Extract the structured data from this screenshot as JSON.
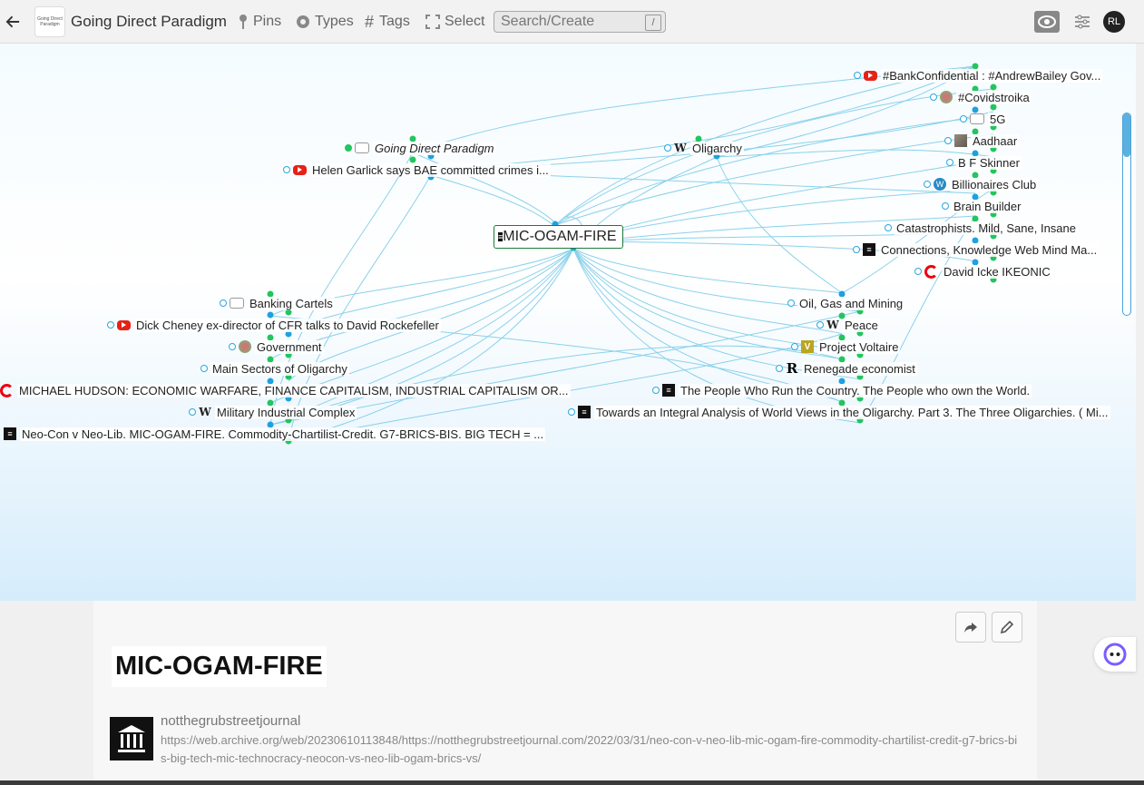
{
  "header": {
    "logo_text": "Going Direct Paradigm",
    "title": "Going Direct Paradigm",
    "nav": [
      {
        "label": "Pins",
        "icon": "pin-icon"
      },
      {
        "label": "Types",
        "icon": "circle-icon"
      },
      {
        "label": "Tags",
        "icon": "hash-icon"
      },
      {
        "label": "Select",
        "icon": "select-icon"
      }
    ],
    "search_placeholder": "Search/Create",
    "search_shortcut": "/",
    "avatar_initials": "RL"
  },
  "graph": {
    "center": {
      "label": "MIC-OGAM-FIRE",
      "icon": "bank-icon"
    },
    "nodes": [
      {
        "label": "Going Direct Paradigm",
        "icon": "chat-icon",
        "italic": true
      },
      {
        "label": "Helen Garlick says BAE committed crimes i...",
        "icon": "youtube-icon"
      },
      {
        "label": "Oligarchy",
        "icon": "wikipedia-icon"
      },
      {
        "label": "#BankConfidential : #AndrewBailey Gov...",
        "icon": "youtube-icon"
      },
      {
        "label": "#Covidstroika",
        "icon": "picture-icon"
      },
      {
        "label": "5G",
        "icon": "chat-icon"
      },
      {
        "label": "Aadhaar",
        "icon": "photo-icon"
      },
      {
        "label": "B F Skinner",
        "icon": "none"
      },
      {
        "label": "Billionaires Club",
        "icon": "wordpress-icon"
      },
      {
        "label": "Brain Builder",
        "icon": "none"
      },
      {
        "label": "Catastrophists. Mild, Sane, Insane",
        "icon": "none"
      },
      {
        "label": "Connections, Knowledge Web Mind Ma...",
        "icon": "bank-icon"
      },
      {
        "label": "David Icke IKEONIC",
        "icon": "c-icon"
      },
      {
        "label": "Banking Cartels",
        "icon": "chat-icon"
      },
      {
        "label": "Dick Cheney ex-director of CFR talks to David Rockefeller",
        "icon": "youtube-icon"
      },
      {
        "label": "Government",
        "icon": "picture-icon"
      },
      {
        "label": "Main Sectors of Oligarchy",
        "icon": "none"
      },
      {
        "label": "MICHAEL HUDSON: ECONOMIC WARFARE, FINANCE CAPITALISM, INDUSTRIAL CAPITALISM OR...",
        "icon": "c-icon"
      },
      {
        "label": "Military Industrial Complex",
        "icon": "wikipedia-icon"
      },
      {
        "label": "Neo-Con v Neo-Lib. MIC-OGAM-FIRE. Commodity-Chartilist-Credit. G7-BRICS-BIS. BIG TECH = ...",
        "icon": "bank-icon"
      },
      {
        "label": "Oil, Gas and Mining",
        "icon": "none"
      },
      {
        "label": "Peace",
        "icon": "wikipedia-icon"
      },
      {
        "label": "Project Voltaire",
        "icon": "v-icon"
      },
      {
        "label": "Renegade economist",
        "icon": "r-icon"
      },
      {
        "label": "The People Who Run the Country. The People who own the World.",
        "icon": "bank-icon"
      },
      {
        "label": "Towards an Integral Analysis of World Views in the Oligarchy. Part 3. The Three Oligarchies. ( Mi...",
        "icon": "bank-icon"
      }
    ]
  },
  "detail": {
    "title": "MIC-OGAM-FIRE",
    "source_name": "notthegrubstreetjournal",
    "source_url": "https://web.archive.org/web/20230610113848/https://notthegrubstreetjournal.com/2022/03/31/neo-con-v-neo-lib-mic-ogam-fire-commodity-chartilist-credit-g7-brics-bis-big-tech-mic-technocracy-neocon-vs-neo-lib-ogam-brics-vs/"
  },
  "colors": {
    "edge": "#7fcde8",
    "anchor_green": "#22c55e",
    "anchor_blue": "#1ea1e0",
    "center_border": "#1a7a3a"
  }
}
